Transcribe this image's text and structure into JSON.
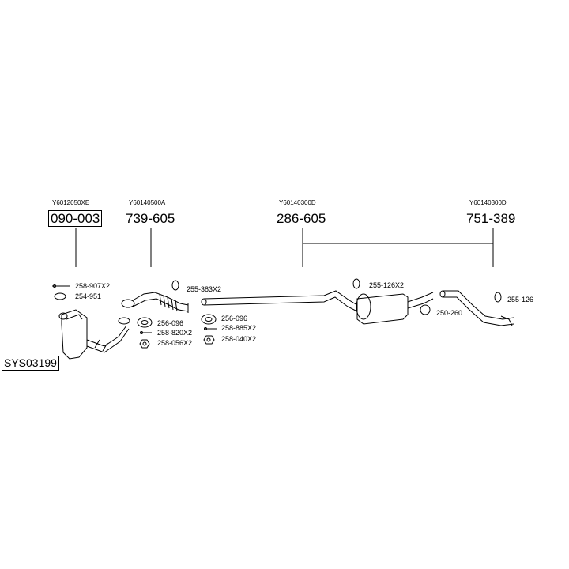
{
  "groups": [
    {
      "ref_code": "Y6012050XE",
      "part_no": "090-003"
    },
    {
      "ref_code": "Y60140500A",
      "part_no": "739-605"
    },
    {
      "ref_code": "Y60140300D",
      "part_no": "286-605"
    },
    {
      "ref_code": "Y60140300D",
      "part_no": "751-389"
    }
  ],
  "hardware_labels": {
    "l1": "258-907X2",
    "l2": "254-951",
    "l3": "255-383X2",
    "l4": "256-096",
    "l5": "258-820X2",
    "l6": "258-056X2",
    "l7": "256-096",
    "l8": "258-885X2",
    "l9": "258-040X2",
    "l10": "255-126X2",
    "l11": "250-260",
    "l12": "255-126"
  },
  "system_code": "SYS03199"
}
